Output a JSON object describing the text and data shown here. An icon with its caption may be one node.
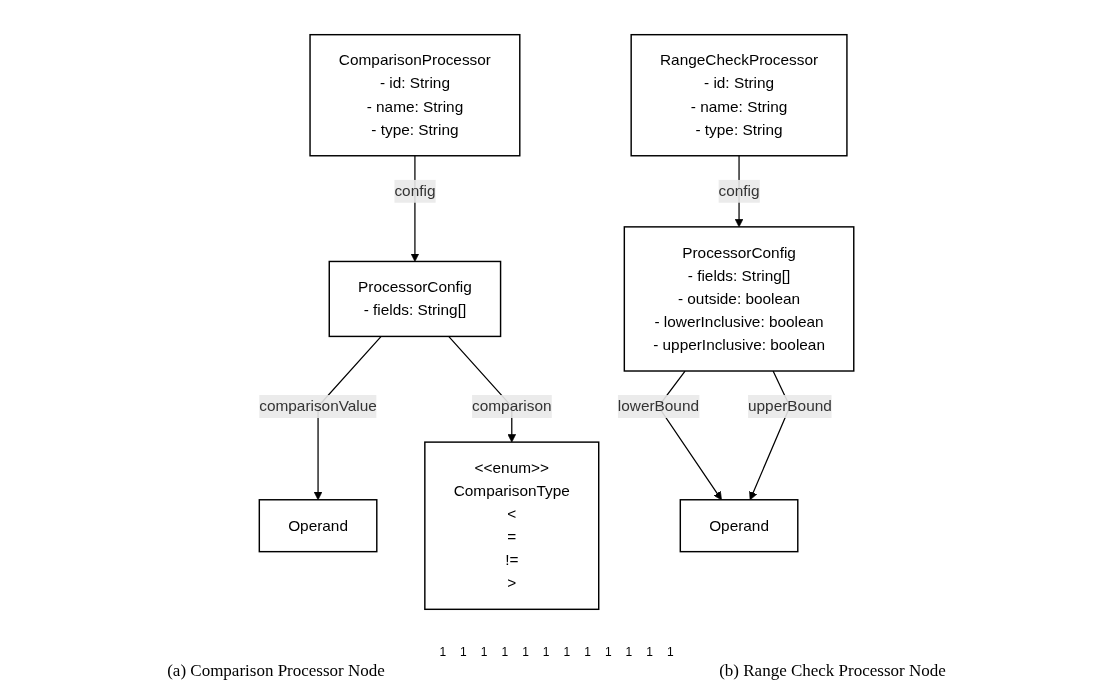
{
  "diagram": {
    "nodes": [
      {
        "text": [
          "ComparisonProcessor",
          "- id: String",
          "- name: String",
          "- type: String"
        ]
      },
      {
        "text": [
          "ProcessorConfig",
          "- fields: String[]"
        ]
      },
      {
        "text": [
          "Operand"
        ]
      },
      {
        "text": [
          "<<enum>>",
          "ComparisonType",
          "<",
          "=",
          "!=",
          ">"
        ]
      },
      {
        "text": [
          "RangeCheckProcessor",
          "- id: String",
          "- name: String",
          "- type: String"
        ]
      },
      {
        "text": [
          "ProcessorConfig",
          "- fields: String[]",
          "- outside: boolean",
          "- lowerInclusive: boolean",
          "- upperInclusive: boolean"
        ]
      },
      {
        "text": [
          "Operand"
        ]
      }
    ],
    "edges": [
      {
        "from": 0,
        "to": 1,
        "arrow": "to",
        "label": "config"
      },
      {
        "from": 1,
        "to": 2,
        "arrow": "to",
        "label": "comparisonValue"
      },
      {
        "from": 1,
        "to": 3,
        "arrow": "to",
        "label": "comparison"
      },
      {
        "from": 4,
        "to": 5,
        "arrow": "to",
        "label": "config"
      },
      {
        "from": 5,
        "to": 6,
        "arrow": "to",
        "label": "lowerBound"
      },
      {
        "from": 5,
        "to": 6,
        "arrow": "to",
        "label": "upperBound"
      }
    ],
    "labels": [
      "1",
      "1",
      "1",
      "1",
      "1",
      "1",
      "1",
      "1",
      "1",
      "1",
      "1",
      "1",
      "(a) Comparison Processor Node",
      "(b) Range Check Processor Node"
    ]
  }
}
